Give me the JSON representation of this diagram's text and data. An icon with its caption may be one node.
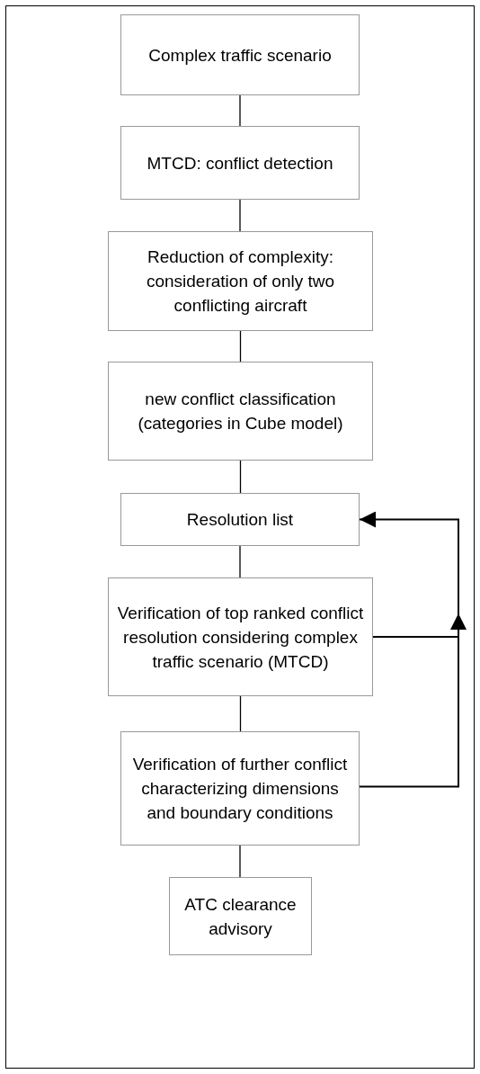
{
  "diagram": {
    "nodes": [
      {
        "text": [
          "Complex traffic scenario"
        ]
      },
      {
        "text": [
          "MTCD: conflict detection"
        ]
      },
      {
        "text": [
          "Reduction of complexity: consideration of only two conflicting aircraft"
        ]
      },
      {
        "text": [
          "new conflict classification (categories in Cube model)"
        ]
      },
      {
        "text": [
          "Resolution list"
        ]
      },
      {
        "text": [
          "Verification of top ranked conflict resolution considering complex traffic scenario (MTCD)"
        ]
      },
      {
        "text": [
          "Verification of further conflict characterizing dimensions and boundary conditions"
        ]
      },
      {
        "text": [
          "ATC clearance advisory"
        ]
      }
    ],
    "edges": [
      {
        "from": 0,
        "to": 1,
        "arrow": "none"
      },
      {
        "from": 1,
        "to": 2,
        "arrow": "none"
      },
      {
        "from": 2,
        "to": 3,
        "arrow": "none"
      },
      {
        "from": 3,
        "to": 4,
        "arrow": "none"
      },
      {
        "from": 4,
        "to": 5,
        "arrow": "none"
      },
      {
        "from": 5,
        "to": 6,
        "arrow": "none"
      },
      {
        "from": 6,
        "to": 7,
        "arrow": "none"
      },
      {
        "from": 5,
        "to": 4,
        "arrow": "to"
      },
      {
        "from": 6,
        "to": null,
        "arrow": "to"
      }
    ]
  }
}
